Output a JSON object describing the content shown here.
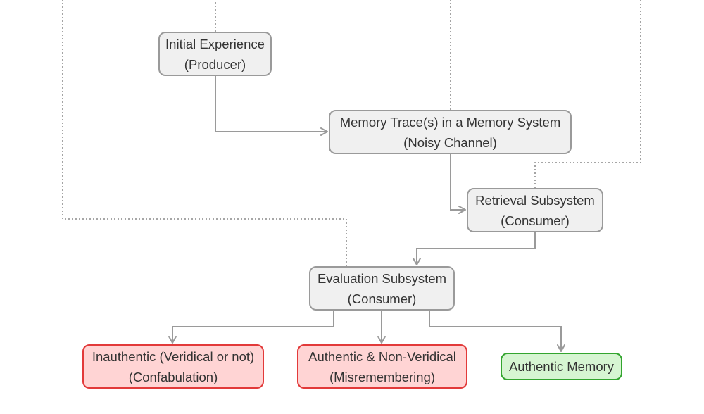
{
  "diagram": {
    "colors": {
      "node_fill": "#f0f0f0",
      "node_border": "#9a9a9a",
      "negative_fill": "#ffd4d4",
      "negative_border": "#e23a3a",
      "positive_fill": "#d6f5d2",
      "positive_border": "#33a52f",
      "connector": "#9a9a9a",
      "feedback_line": "#9a9a9a"
    },
    "nodes": {
      "initial_experience": {
        "line1": "Initial Experience",
        "line2": "(Producer)"
      },
      "memory_trace": {
        "line1": "Memory Trace(s) in a Memory System",
        "line2": "(Noisy Channel)"
      },
      "retrieval": {
        "line1": "Retrieval Subsystem",
        "line2": "(Consumer)"
      },
      "evaluation": {
        "line1": "Evaluation Subsystem",
        "line2": "(Consumer)"
      },
      "inauthentic": {
        "line1": "Inauthentic (Veridical or not)",
        "line2": "(Confabulation)"
      },
      "misremembering": {
        "line1": "Authentic & Non-Veridical",
        "line2": "(Misremembering)"
      },
      "authentic_memory": {
        "line1": "Authentic Memory"
      }
    },
    "edges": [
      {
        "from": "initial_experience",
        "to": "memory_trace",
        "style": "solid"
      },
      {
        "from": "memory_trace",
        "to": "retrieval",
        "style": "solid"
      },
      {
        "from": "retrieval",
        "to": "evaluation",
        "style": "solid"
      },
      {
        "from": "evaluation",
        "to": "inauthentic",
        "style": "solid"
      },
      {
        "from": "evaluation",
        "to": "misremembering",
        "style": "solid"
      },
      {
        "from": "evaluation",
        "to": "authentic_memory",
        "style": "solid"
      },
      {
        "from": "initial_experience",
        "to": "top-edge",
        "style": "dotted"
      },
      {
        "from": "memory_trace",
        "to": "top-edge",
        "style": "dotted"
      },
      {
        "from": "retrieval",
        "to": "top-edge",
        "style": "dotted"
      },
      {
        "from": "evaluation",
        "to": "top-edge",
        "style": "dotted"
      }
    ]
  }
}
